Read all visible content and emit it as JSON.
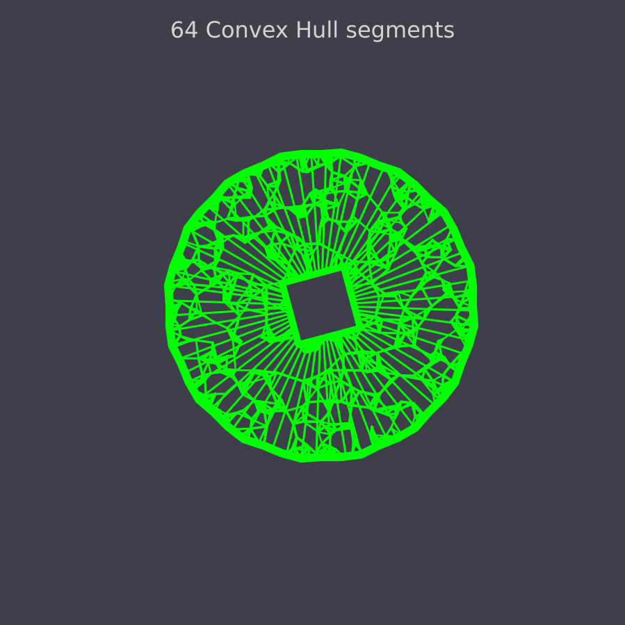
{
  "title": "64 Convex Hull segments",
  "colors": {
    "background": "#3f3f4b",
    "stroke": "#00ff00",
    "title_text": "#d2d2d8"
  },
  "figure": {
    "segment_count": 64,
    "shape": "rotated ring of overlapping triangulated convex-hull segments around a square hole"
  }
}
